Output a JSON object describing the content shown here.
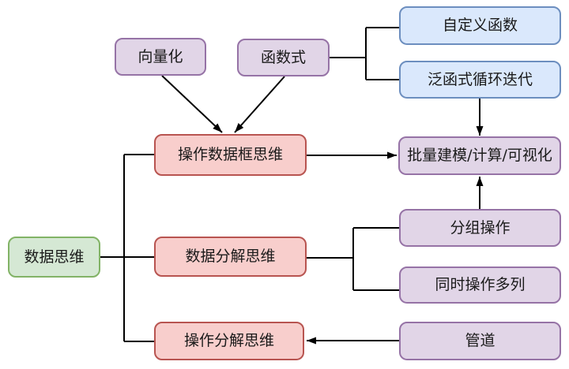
{
  "nodes": {
    "vectorization": {
      "label": "向量化",
      "color": "purple"
    },
    "functional": {
      "label": "函数式",
      "color": "purple"
    },
    "custom_function": {
      "label": "自定义函数",
      "color": "blue"
    },
    "functional_loop": {
      "label": "泛函式循环迭代",
      "color": "blue"
    },
    "dataframe_thinking": {
      "label": "操作数据框思维",
      "color": "red"
    },
    "batch_modeling": {
      "label": "批量建模/计算/可视化",
      "color": "purple"
    },
    "data_thinking": {
      "label": "数据思维",
      "color": "green"
    },
    "data_decomposition": {
      "label": "数据分解思维",
      "color": "red"
    },
    "group_operation": {
      "label": "分组操作",
      "color": "purple"
    },
    "multi_column": {
      "label": "同时操作多列",
      "color": "purple"
    },
    "operation_decomposition": {
      "label": "操作分解思维",
      "color": "red"
    },
    "pipeline": {
      "label": "管道",
      "color": "purple"
    }
  },
  "edges": [
    {
      "from": "vectorization",
      "to": "dataframe_thinking",
      "arrow": true
    },
    {
      "from": "functional",
      "to": "dataframe_thinking",
      "arrow": true
    },
    {
      "from": "functional",
      "to": "custom_function",
      "arrow": false
    },
    {
      "from": "functional",
      "to": "functional_loop",
      "arrow": false
    },
    {
      "from": "functional_loop",
      "to": "batch_modeling",
      "arrow": true
    },
    {
      "from": "dataframe_thinking",
      "to": "batch_modeling",
      "arrow": true
    },
    {
      "from": "group_operation",
      "to": "batch_modeling",
      "arrow": true
    },
    {
      "from": "data_thinking",
      "to": "dataframe_thinking",
      "arrow": false
    },
    {
      "from": "data_thinking",
      "to": "data_decomposition",
      "arrow": false
    },
    {
      "from": "data_thinking",
      "to": "operation_decomposition",
      "arrow": false
    },
    {
      "from": "data_decomposition",
      "to": "group_operation",
      "arrow": false
    },
    {
      "from": "data_decomposition",
      "to": "multi_column",
      "arrow": false
    },
    {
      "from": "pipeline",
      "to": "operation_decomposition",
      "arrow": true
    }
  ],
  "colors": {
    "purple_fill": "#e1d5e7",
    "purple_stroke": "#9673a6",
    "blue_fill": "#dae8fc",
    "blue_stroke": "#6c8ebf",
    "red_fill": "#f8cecc",
    "red_stroke": "#b85450",
    "green_fill": "#d5e8d4",
    "green_stroke": "#82b366",
    "edge_color": "#000000",
    "background": "#ffffff"
  }
}
